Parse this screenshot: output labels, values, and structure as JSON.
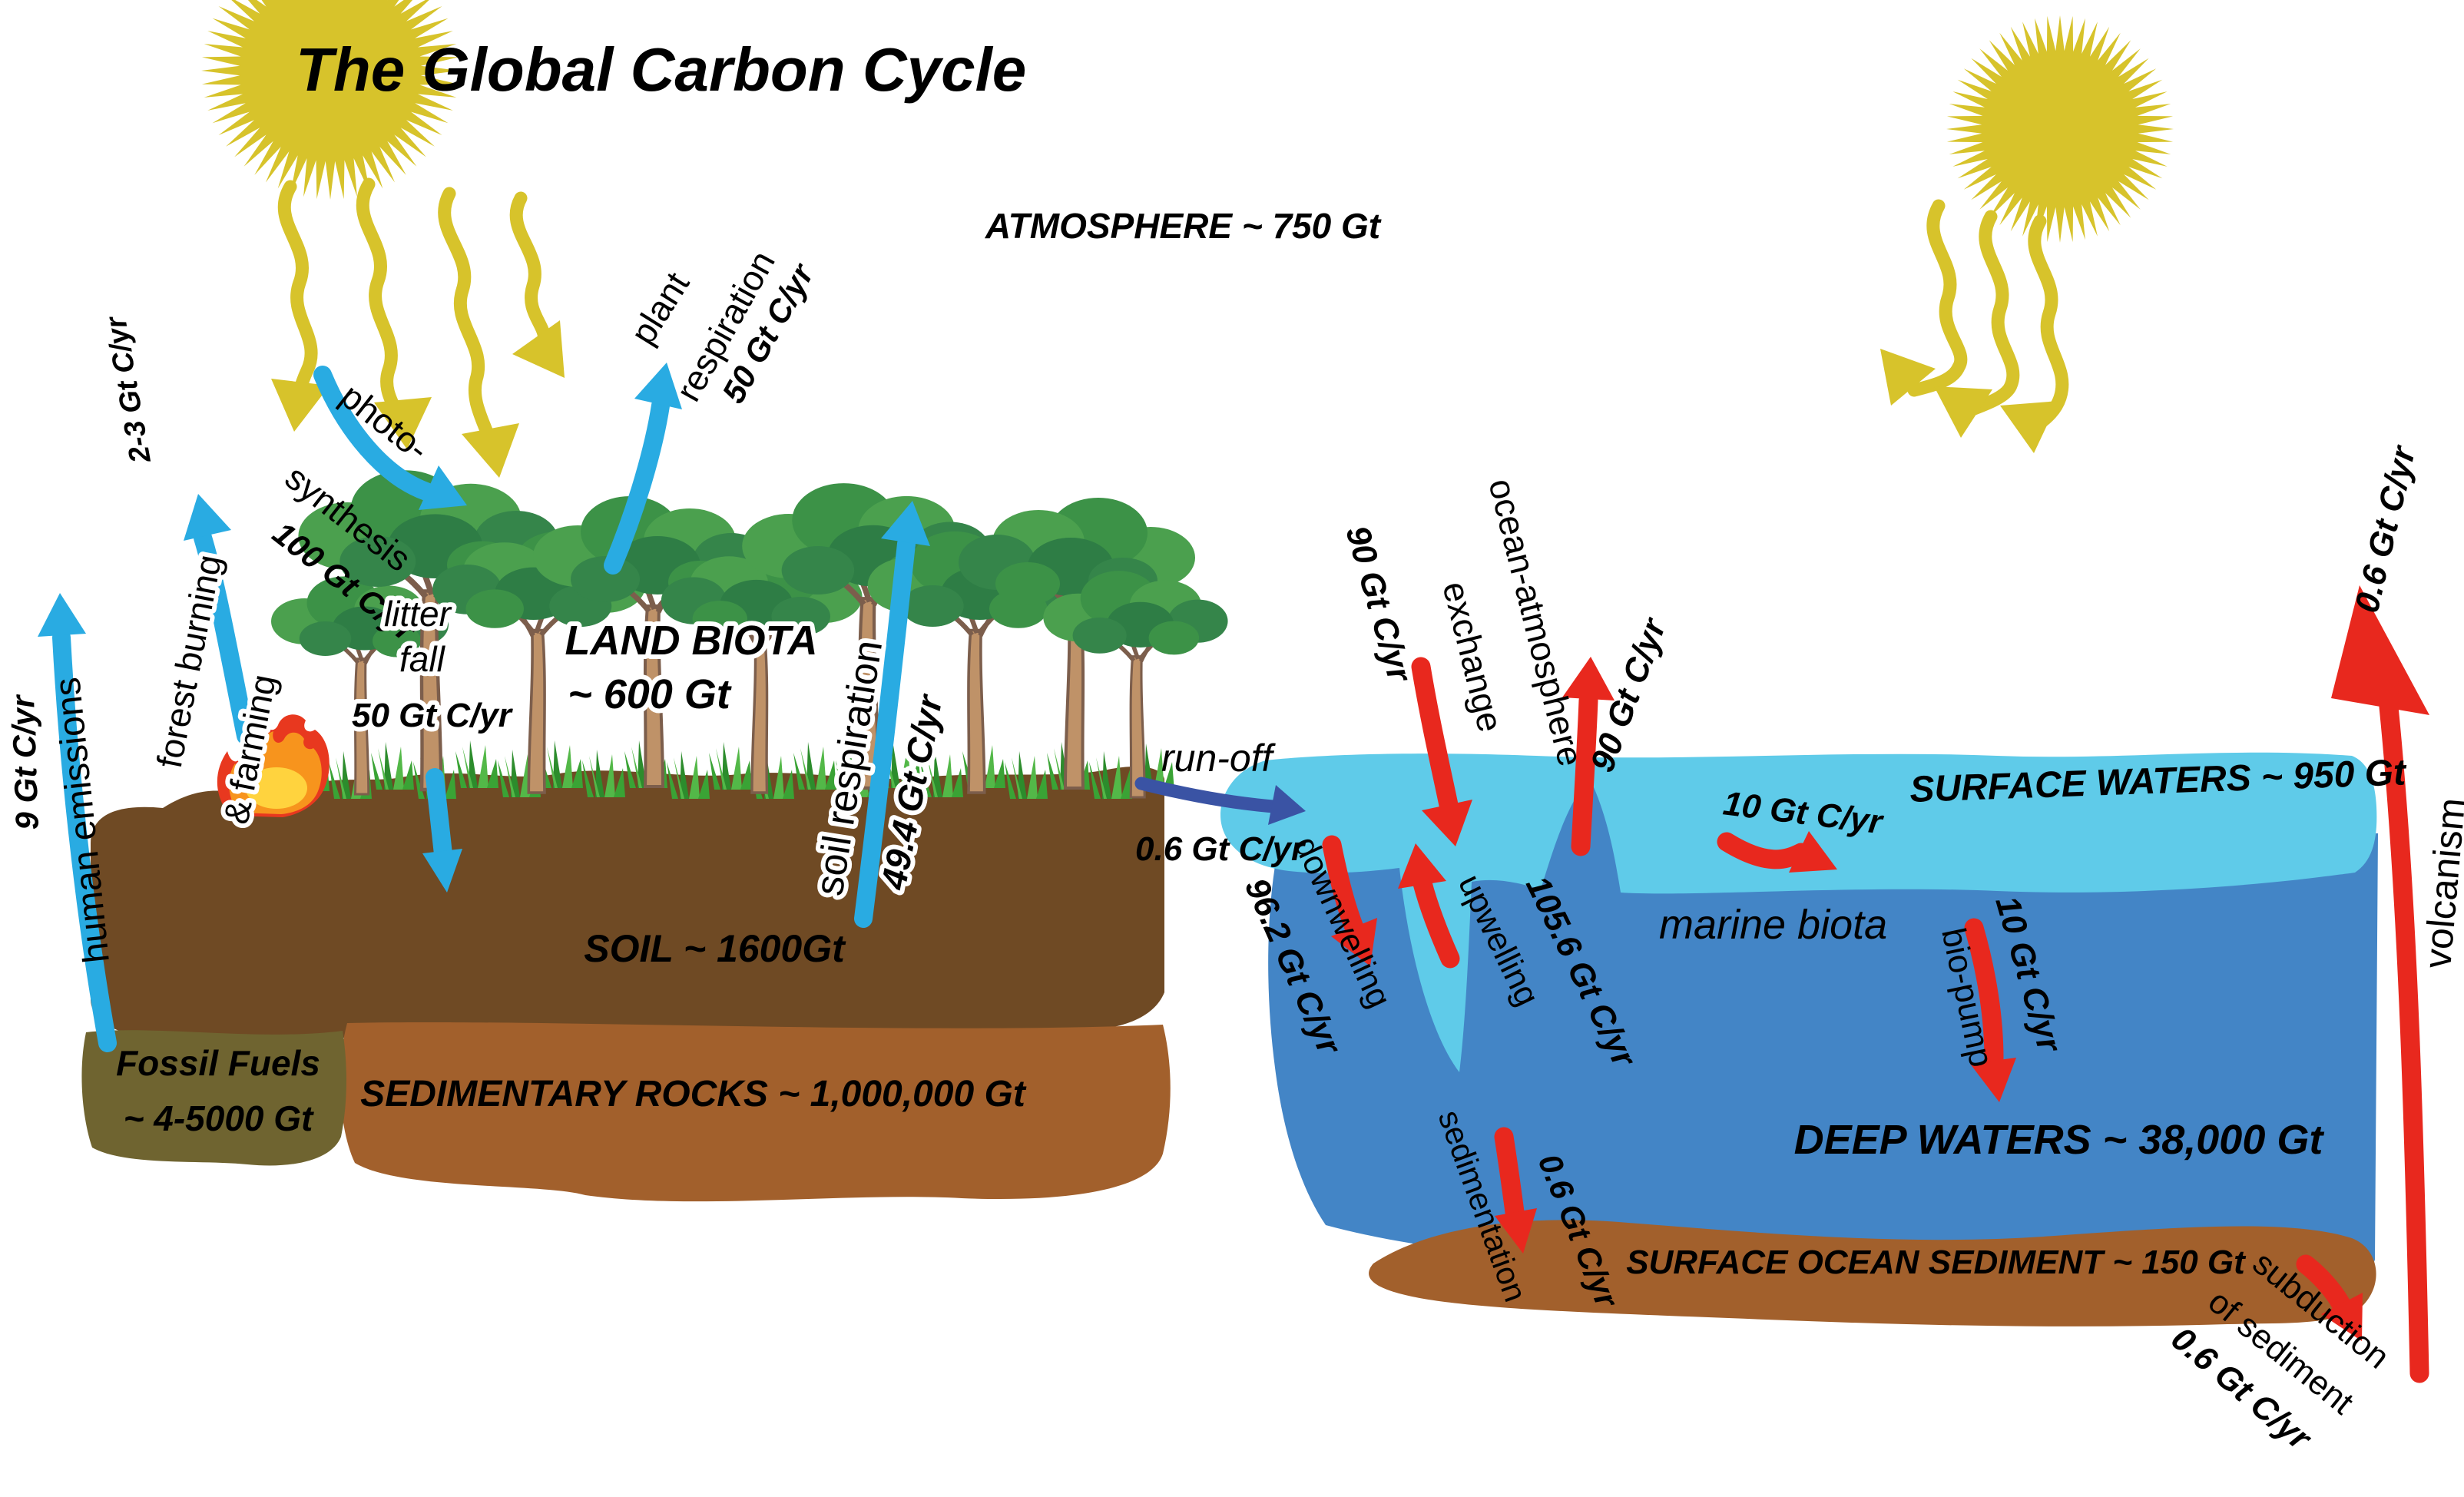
{
  "title": "The Global Carbon Cycle",
  "atmosphere": {
    "label": "ATMOSPHERE ~ 750 Gt"
  },
  "land": {
    "soil": "SOIL ~ 1600Gt",
    "fossil_fuels_1": "Fossil Fuels",
    "fossil_fuels_2": "~ 4-5000 Gt",
    "sedimentary_rocks": "SEDIMENTARY ROCKS ~ 1,000,000 Gt",
    "land_biota_1": "LAND BIOTA",
    "land_biota_2": "~ 600 Gt"
  },
  "ocean": {
    "surface_waters": "SURFACE WATERS ~ 950 Gt",
    "deep_waters": "DEEP WATERS ~ 38,000 Gt",
    "ocean_sediment": "SURFACE OCEAN SEDIMENT ~ 150 Gt"
  },
  "fluxes": {
    "human_emissions": {
      "label": "human emissions",
      "value": "9 Gt C/yr"
    },
    "forest_burning": {
      "label_1": "forest burning",
      "label_2": "& farming",
      "value": "2-3 Gt C/yr"
    },
    "photosynthesis": {
      "label_1": "photo-",
      "label_2": "synthesis",
      "value": "100 Gt C/yr"
    },
    "plant_respiration": {
      "label_1": "plant",
      "label_2": "respiration",
      "value": "50 Gt C/yr"
    },
    "litter_fall": {
      "label_1": "litter",
      "label_2": "fall",
      "value": "50 Gt C/yr"
    },
    "soil_respiration": {
      "label": "soil respiration",
      "value": "49.4 Gt C/yr"
    },
    "runoff": {
      "label": "run-off",
      "value": "0.6 Gt C/yr"
    },
    "ocean_atmosphere": {
      "label_1": "ocean-atmosphere",
      "label_2": "exchange",
      "down_value": "90 Gt C/yr",
      "up_value": "90 Gt C/yr"
    },
    "marine_biota": {
      "label": "marine biota",
      "value": "10 Gt C/yr"
    },
    "bio_pump": {
      "label": "bio-pump",
      "value": "10 Gt C/yr"
    },
    "downwelling": {
      "label": "downwelling",
      "value": "96.2 Gt C/yr"
    },
    "upwelling": {
      "label": "upwelling",
      "value": "105.6 Gt C/yr"
    },
    "sedimentation": {
      "label": "sedimentation",
      "value": "0.6 Gt C/yr"
    },
    "subduction": {
      "label_1": "subduction",
      "label_2": "of sediment",
      "value": "0.6 Gt C/yr"
    },
    "volcanism": {
      "label": "volcanism",
      "value": "0.6 Gt C/yr"
    }
  },
  "colors": {
    "sun": "#d7c32b",
    "arrow_blue": "#29abe2",
    "arrow_red": "#e8281e",
    "arrow_dark_blue": "#3a53a4",
    "surface_water": "#5fcbe9",
    "deep_water": "#4385c6",
    "soil": "#6f4a24",
    "sedimentary_rocks": "#a2602c",
    "fossil_fuels": "#6f6430",
    "ocean_sediment": "#a2602c",
    "foliage": "#3c9247",
    "trunk": "#bf9268",
    "grass": "#3aa335"
  }
}
